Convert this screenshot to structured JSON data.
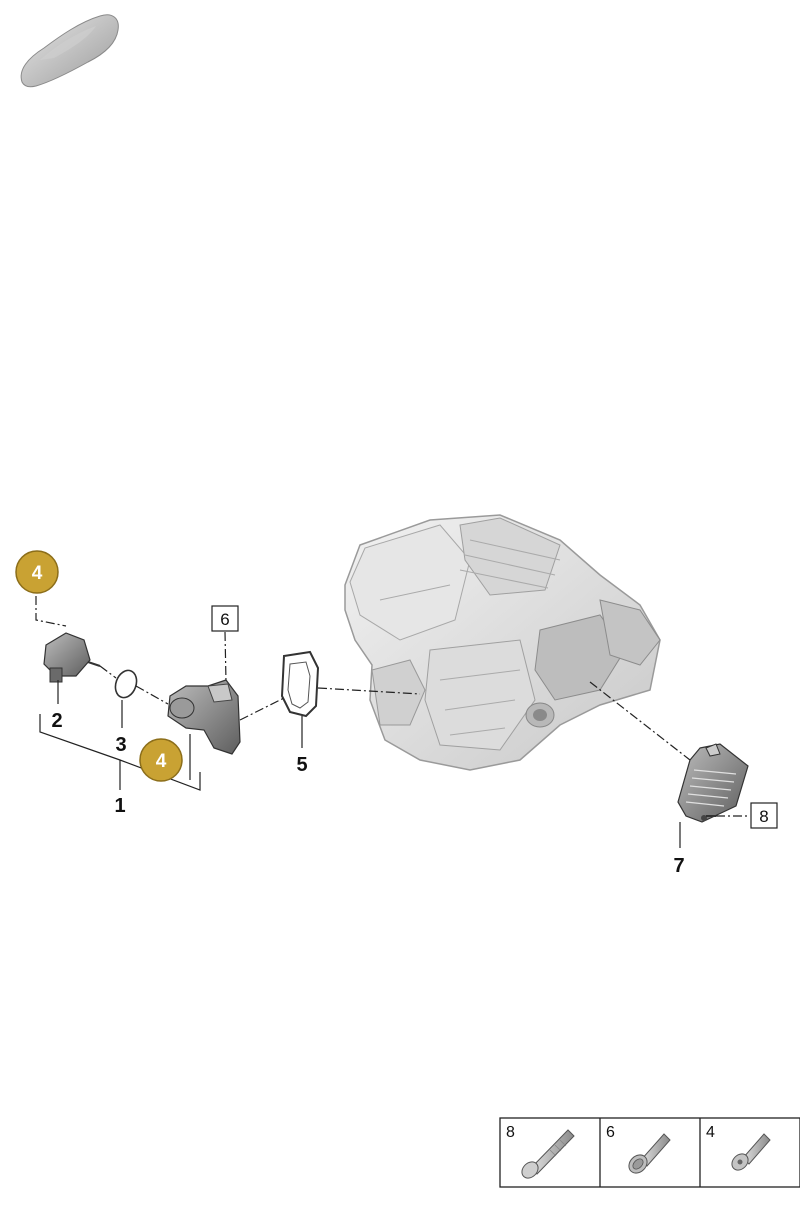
{
  "colors": {
    "badge_fill": "#c9a233",
    "badge_stroke": "#8c6e1a",
    "part_light": "#d9d9d9",
    "part_mid": "#a9a9a9",
    "part_dark": "#5e5e5e",
    "line": "#222222"
  },
  "icons": {
    "vehicle": "car-silhouette-icon"
  },
  "labels": {
    "p1": "1",
    "p2": "2",
    "p3": "3",
    "p5": "5",
    "p7": "7"
  },
  "boxed_refs": {
    "r6": "6",
    "r8": "8"
  },
  "badges": {
    "b1": "4",
    "b2": "4"
  },
  "legend": {
    "cells": [
      {
        "label": "8"
      },
      {
        "label": "6"
      },
      {
        "label": "4"
      }
    ]
  }
}
